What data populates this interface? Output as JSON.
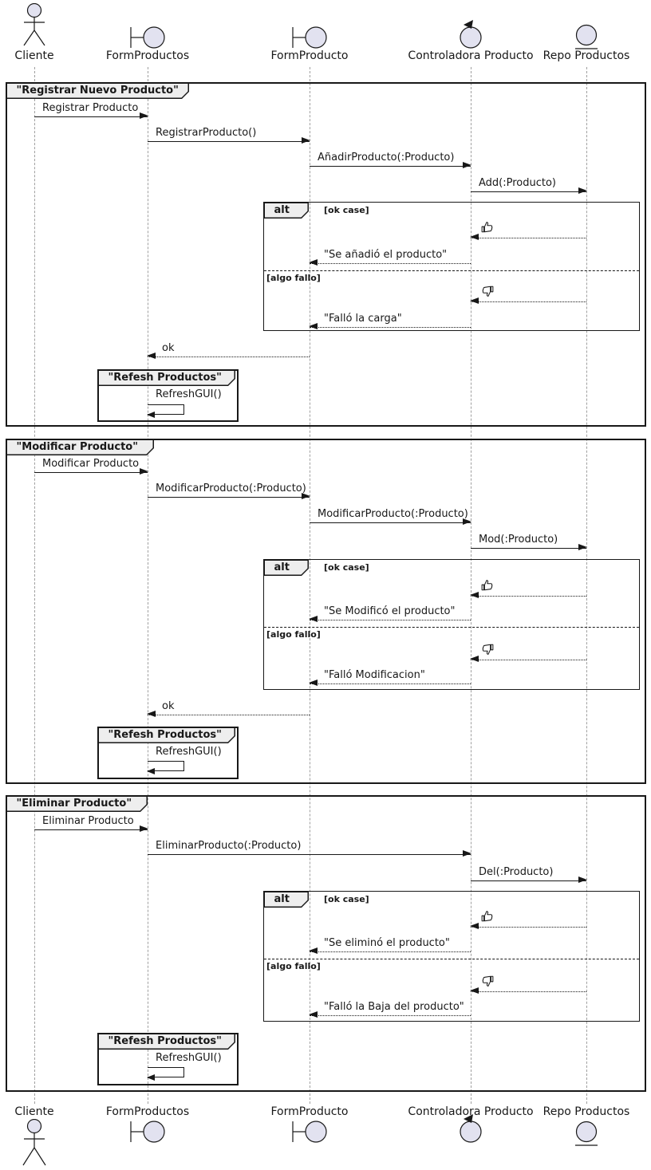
{
  "colors": {
    "line_color": "#181818",
    "lifeline_color": "#A0A0A0",
    "participant_fill": "#E2E2F0",
    "frame_title_bg": "#EEEEEE"
  },
  "icons": {
    "actor": "actor-icon",
    "boundary": "boundary-icon",
    "control": "control-icon",
    "entity": "entity-icon",
    "ok": "thumb-up-icon",
    "fail": "thumb-down-icon"
  },
  "participants": [
    {
      "label": "Cliente",
      "icon": "actor-icon"
    },
    {
      "label": "FormProductos",
      "icon": "boundary-icon"
    },
    {
      "label": "FormProducto",
      "icon": "boundary-icon"
    },
    {
      "label": "Controladora Producto",
      "icon": "control-icon"
    },
    {
      "label": "Repo Productos",
      "icon": "entity-icon"
    }
  ],
  "frames": [
    {
      "title": "\"Registrar Nuevo Producto\"",
      "messages": [
        "Registrar Producto",
        "RegistrarProducto()",
        "AñadirProducto(:Producto)",
        "Add(:Producto)"
      ],
      "alt": {
        "keyword": "alt",
        "guard_ok": "[ok case]",
        "reply_ok": "\"Se añadió el producto\"",
        "guard_fail": "[algo fallo]",
        "reply_fail": "\"Falló la carga\""
      },
      "return_ok": "ok",
      "refresh": {
        "title": "\"Refesh Productos\"",
        "message": "RefreshGUI()"
      }
    },
    {
      "title": "\"Modificar Producto\"",
      "messages": [
        "Modificar Producto",
        "ModificarProducto(:Producto)",
        "ModificarProducto(:Producto)",
        "Mod(:Producto)"
      ],
      "alt": {
        "keyword": "alt",
        "guard_ok": "[ok case]",
        "reply_ok": "\"Se Modificó el producto\"",
        "guard_fail": "[algo fallo]",
        "reply_fail": "\"Falló Modificacion\""
      },
      "return_ok": "ok",
      "refresh": {
        "title": "\"Refesh Productos\"",
        "message": "RefreshGUI()"
      }
    },
    {
      "title": "\"Eliminar Producto\"",
      "messages": [
        "Eliminar Producto",
        "EliminarProducto(:Producto)",
        "Del(:Producto)"
      ],
      "alt": {
        "keyword": "alt",
        "guard_ok": "[ok case]",
        "reply_ok": "\"Se eliminó el producto\"",
        "guard_fail": "[algo fallo]",
        "reply_fail": "\"Falló la Baja del producto\""
      },
      "refresh": {
        "title": "\"Refesh Productos\"",
        "message": "RefreshGUI()"
      }
    }
  ]
}
